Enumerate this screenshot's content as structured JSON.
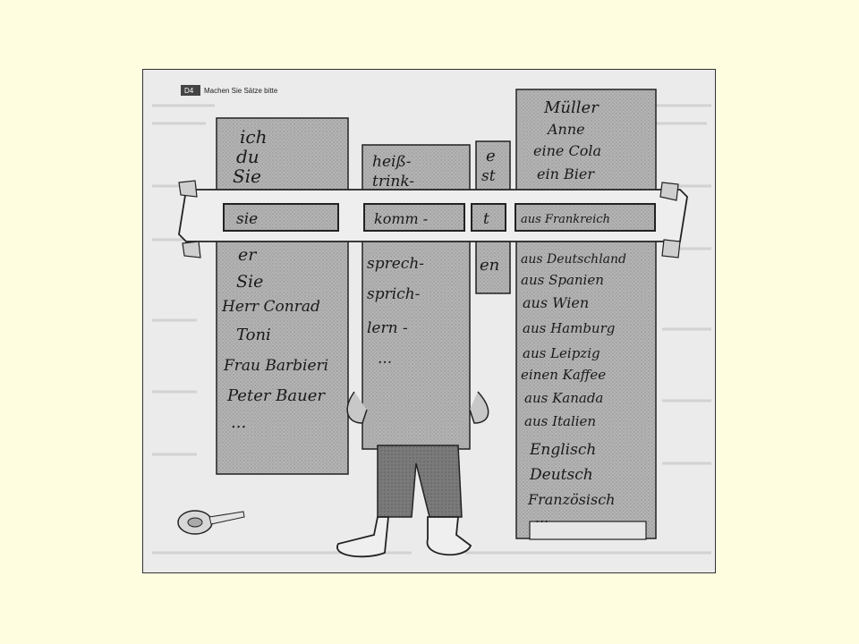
{
  "exercise": {
    "number": "D4",
    "instruction": "Machen Sie Sätze bitte"
  },
  "pronouns_top": [
    "ich",
    "du",
    "Sie"
  ],
  "pronouns_center": "sie",
  "pronouns_bottom": [
    "er",
    "Sie",
    "Herr Conrad",
    "Toni",
    "Frau Barbieri",
    "Peter Bauer",
    "..."
  ],
  "verbs_top": [
    "heiß-",
    "trink-"
  ],
  "verbs_center": "komm -",
  "verbs_bottom": [
    "sprech-",
    "sprich-",
    "lern -",
    "..."
  ],
  "endings_top": [
    "e",
    "st"
  ],
  "endings_center": "t",
  "endings_bottom": [
    "en"
  ],
  "complements_top": [
    "Müller",
    "Anne",
    "eine Cola",
    "ein Bier"
  ],
  "complements_center": "aus Frankreich",
  "complements_bottom": [
    "aus Deutschland",
    "aus Spanien",
    "aus Wien",
    "aus Hamburg",
    "aus Leipzig",
    "einen Kaffee",
    "aus Kanada",
    "aus Italien",
    "Englisch",
    "Deutsch",
    "Französisch",
    "..."
  ]
}
